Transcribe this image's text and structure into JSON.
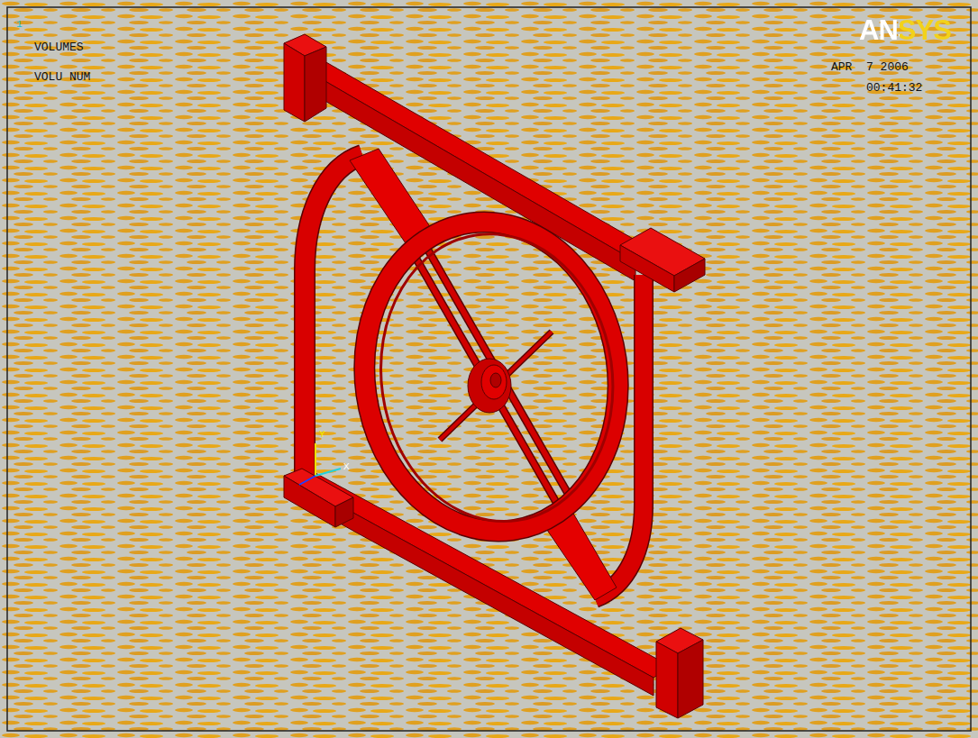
{
  "diagram": {
    "labels": [
      "1",
      "VOLUMES",
      "VOLU NUM",
      "ANSYS",
      "APR  7 2006",
      "00:41:32",
      "Y",
      "X"
    ]
  }
}
